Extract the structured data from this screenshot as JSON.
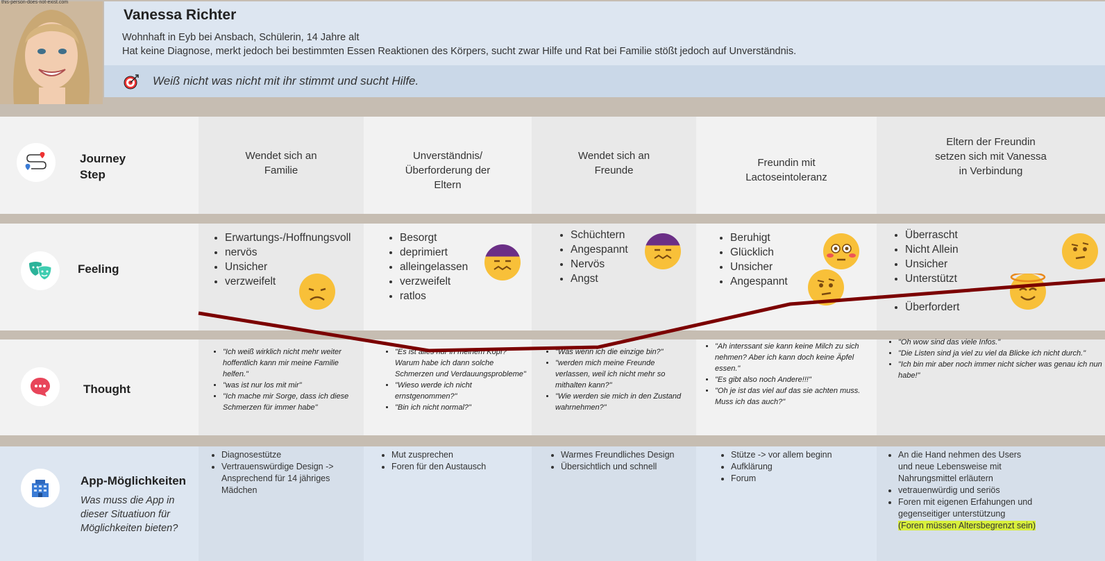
{
  "persona": {
    "photo_caption": "this-person-does-not-exist.com",
    "name": "Vanessa Richter",
    "line1": "Wohnhaft in Eyb bei Ansbach, Schülerin, 14 Jahre alt",
    "line2": "Hat keine Diagnose, merkt jedoch bei bestimmten Essen Reaktionen des Körpers, sucht zwar Hilfe und Rat bei Familie stößt jedoch auf Unverständnis.",
    "goal": "Weiß nicht was nicht mit ihr stimmt und sucht Hilfe."
  },
  "rows": {
    "journey_label": "Journey Step",
    "feeling_label": "Feeling",
    "thought_label": "Thought",
    "app_label": "App-Möglichkeiten",
    "app_question": "Was muss die App in dieser Situatiuon für Möglichkeiten bieten?"
  },
  "steps": [
    "Wendet sich an Familie",
    "Unverständnis/ Überforderung der Eltern",
    "Wendet sich an Freunde",
    "Freundin mit Lactoseintoleranz",
    "Eltern der Freundin setzen sich mit Vanessa in Verbindung"
  ],
  "feelings": [
    [
      "Erwartungs-/Hoffnungsvoll",
      "nervös",
      "Unsicher",
      "verzweifelt"
    ],
    [
      "Besorgt",
      "deprimiert",
      "alleingelassen",
      "verzweifelt",
      "ratlos"
    ],
    [
      "Schüchtern",
      "Angespannt",
      "Nervös",
      "Angst"
    ],
    [
      "Beruhigt",
      "Glücklich",
      "Unsicher",
      "Angespannt"
    ],
    [
      "Überrascht",
      "Nicht Allein",
      "Unsicher",
      "Unterstützt",
      "Überfordert"
    ]
  ],
  "thoughts": [
    [
      "\"Ich weiß wirklich nicht mehr weiter hoffentlich kann mir meine Familie helfen.\"",
      "\"was ist nur los mit mir\"",
      "\"Ich mache mir Sorge, dass ich diese Schmerzen für immer habe\""
    ],
    [
      "\"Es ist alles nur in meinem Kopf? Warum habe ich dann solche Schmerzen und Verdauungsprobleme\"",
      "\"Wieso werde ich nicht ernstgenommen?\"",
      "\"Bin ich nicht normal?\""
    ],
    [
      "\"Was wenn ich die einzige bin?\"",
      "\"werden mich meine Freunde verlassen, weil ich nicht mehr so mithalten kann?\"",
      "\"Wie werden sie mich in den Zustand wahrnehmen?\""
    ],
    [
      "\"Ah interssant sie kann keine Milch zu sich nehmen? Aber ich kann doch keine Äpfel essen.\"",
      "\"Es gibt also noch Andere!!!\"",
      "\"Oh je ist das viel auf das sie achten muss. Muss ich das auch?\""
    ],
    [
      "\"Oh wow sind das viele Infos.\"",
      "\"Die Listen sind ja viel zu viel da Blicke ich nicht durch.\"",
      "\"Ich bin mir aber noch immer nicht sicher was genau ich nun habe!\""
    ]
  ],
  "apps": [
    [
      "Diagnosestütze",
      "Vertrauenswürdige Design -> Ansprechend für 14 jähriges Mädchen"
    ],
    [
      "Mut zusprechen",
      "Foren für den Austausch"
    ],
    [
      "Warmes Freundliches Design",
      "Übersichtlich und schnell"
    ],
    [
      "Stütze -> vor allem beginn",
      "Aufklärung",
      "Forum"
    ],
    [
      "An die Hand nehmen des Users und neue Lebensweise mit Nahrungsmittel erläutern",
      "vetrauenwürdig und seriös",
      "Foren mit eigenen Erfahungen und gegenseitiger unterstützung"
    ]
  ],
  "app_highlight": "(Foren müssen Altersbegrenzt sein)",
  "colors": {
    "curve": "#7b0000",
    "emoji": "#f8c039",
    "highlight": "#d8ef3c"
  }
}
